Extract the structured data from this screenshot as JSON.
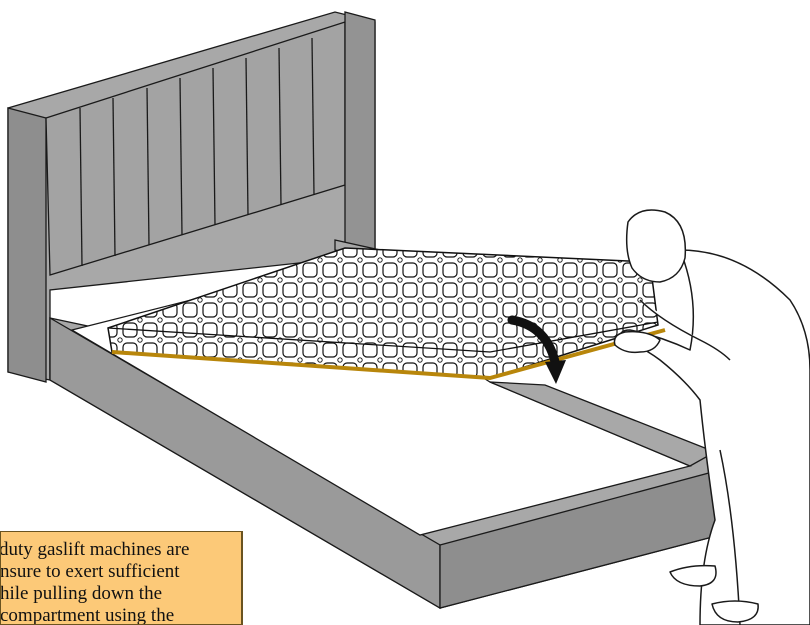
{
  "figure": {
    "subject": "bed-with-gaslift-storage",
    "icons": [
      "bed-frame-icon",
      "mattress-icon",
      "curved-arrow-icon",
      "person-icon"
    ],
    "colors": {
      "frame_fill": "#a8a8a8",
      "frame_dark": "#8e8e8e",
      "outline": "#1a1a1a",
      "mattress_fill": "#ffffff",
      "platform_edge": "#b8860b",
      "arrow": "#111111",
      "note_background": "#fcc978"
    }
  },
  "note": {
    "lines": [
      "duty gaslift machines are",
      "nsure to exert sufficient",
      "hile pulling down the",
      "compartment using the"
    ]
  }
}
